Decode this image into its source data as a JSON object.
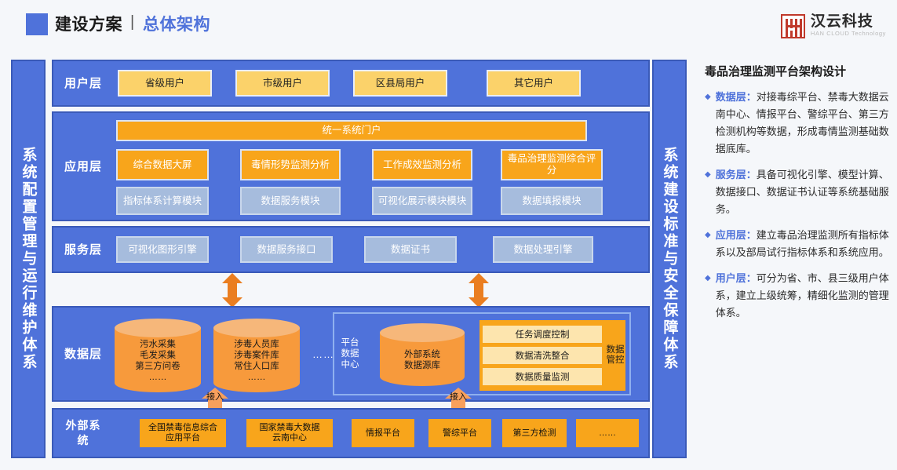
{
  "header": {
    "square_icon": "blue-square-icon",
    "title": "建设方案",
    "separator": "|",
    "subtitle": "总体架构",
    "logo_cn": "汉云科技",
    "logo_en": "HAN CLOUD Technology"
  },
  "bands": {
    "left": "系统配置管理与运行维护体系",
    "right": "系统建设标准与安全保障体系"
  },
  "layers": {
    "user": {
      "label": "用户层",
      "items": [
        "省级用户",
        "市级用户",
        "区县局用户",
        "其它用户"
      ]
    },
    "application": {
      "label": "应用层",
      "portal": "统一系统门户",
      "modules_orange": [
        "综合数据大屏",
        "毒情形势监测分析",
        "工作成效监测分析",
        "毒品治理监测综合评分"
      ],
      "modules_gray": [
        "指标体系计算模块",
        "数据服务模块",
        "可视化展示模块模块",
        "数据填报模块"
      ]
    },
    "service": {
      "label": "服务层",
      "items": [
        "可视化图形引擎",
        "数据服务接口",
        "数据证书",
        "数据处理引擎"
      ]
    },
    "data": {
      "label": "数据层",
      "cylinder1": "污水采集\n毛发采集\n第三方问卷\n……",
      "cylinder2": "涉毒人员库\n涉毒案件库\n常住人口库\n……",
      "ellipsis": "……",
      "platform_center": "平台数据中心",
      "source_cylinder": "外部系统\n数据源库",
      "governance_title": "数据管控",
      "governance_rows": [
        "任务调度控制",
        "数据清洗整合",
        "数据质量监测"
      ]
    },
    "external": {
      "label": "外部系统",
      "items": [
        "全国禁毒信息综合\n应用平台",
        "国家禁毒大数据\n云南中心",
        "情报平台",
        "警综平台",
        "第三方检测",
        "……"
      ]
    }
  },
  "arrows": {
    "double_arrow_icon": "double-headed-arrow-icon",
    "access_label": "接入"
  },
  "info": {
    "title": "毒品治理监测平台架构设计",
    "bullet_icon": "diamond-bullet-icon",
    "items": [
      {
        "key": "数据层：",
        "text": "对接毒综平台、禁毒大数据云南中心、情报平台、警综平台、第三方检测机构等数据，形成毒情监测基础数据底库。"
      },
      {
        "key": "服务层：",
        "text": "具备可视化引擎、模型计算、数据接口、数据证书认证等系统基础服务。"
      },
      {
        "key": "应用层：",
        "text": "建立毒品治理监测所有指标体系以及部局试行指标体系和系统应用。"
      },
      {
        "key": "用户层：",
        "text": "可分为省、市、县三级用户体系，建立上级统筹，精细化监测的管理体系。"
      }
    ]
  },
  "colors": {
    "panel_blue": "#4f72da",
    "panel_border": "#3a5ab8",
    "orange": "#f8a51b",
    "yellow": "#fbd26a",
    "gray_blue": "#a6bcdd",
    "cylinder": "#f79a3c",
    "background": "#f5f7fa",
    "accent_red": "#c0392b"
  }
}
